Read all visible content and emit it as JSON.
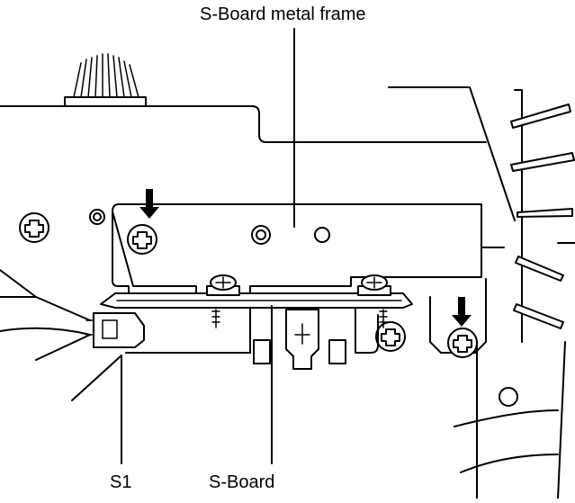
{
  "labels": {
    "frame": "S-Board metal frame",
    "s1": "S1",
    "board": "S-Board"
  }
}
